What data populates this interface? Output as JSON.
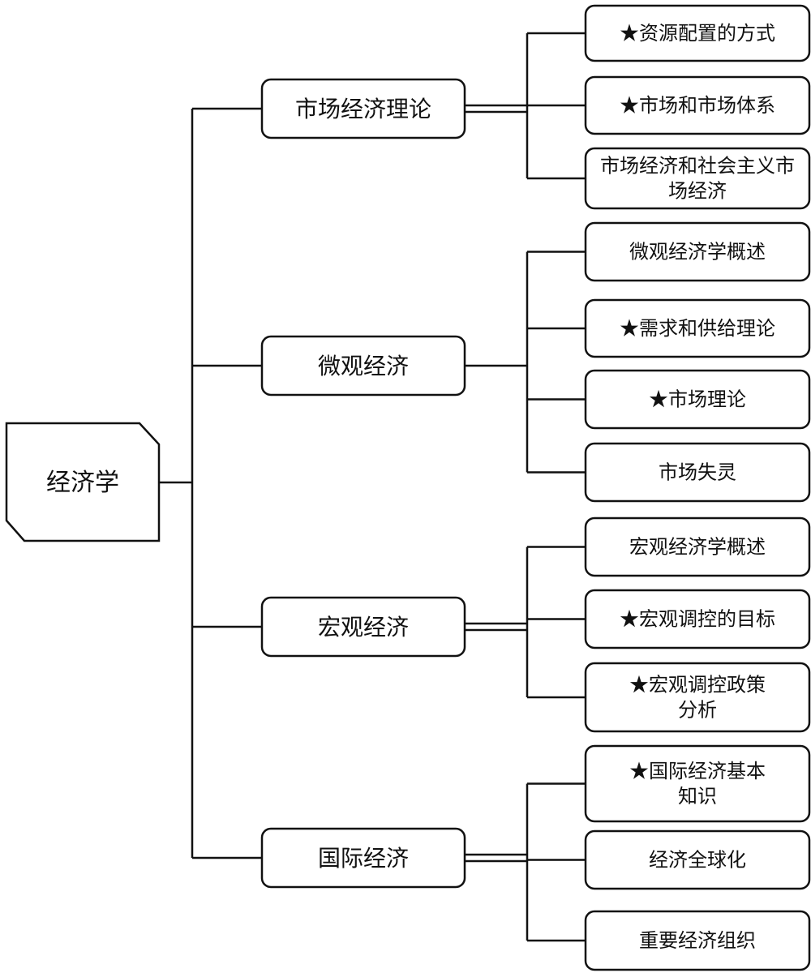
{
  "root": {
    "label": "经济学"
  },
  "branches": [
    {
      "label": "市场经济理论",
      "children": [
        {
          "lines": [
            "★资源配置的方式"
          ]
        },
        {
          "lines": [
            "★市场和市场体系"
          ]
        },
        {
          "lines": [
            "市场经济和社会主义市",
            "场经济"
          ]
        }
      ]
    },
    {
      "label": "微观经济",
      "children": [
        {
          "lines": [
            "微观经济学概述"
          ]
        },
        {
          "lines": [
            "★需求和供给理论"
          ]
        },
        {
          "lines": [
            "★市场理论"
          ]
        },
        {
          "lines": [
            "市场失灵"
          ]
        }
      ]
    },
    {
      "label": "宏观经济",
      "children": [
        {
          "lines": [
            "宏观经济学概述"
          ]
        },
        {
          "lines": [
            "★宏观调控的目标"
          ]
        },
        {
          "lines": [
            "★宏观调控政策",
            "分析"
          ]
        }
      ]
    },
    {
      "label": "国际经济",
      "children": [
        {
          "lines": [
            "★国际经济基本",
            "知识"
          ]
        },
        {
          "lines": [
            "经济全球化"
          ]
        },
        {
          "lines": [
            "重要经济组织"
          ]
        }
      ]
    }
  ]
}
